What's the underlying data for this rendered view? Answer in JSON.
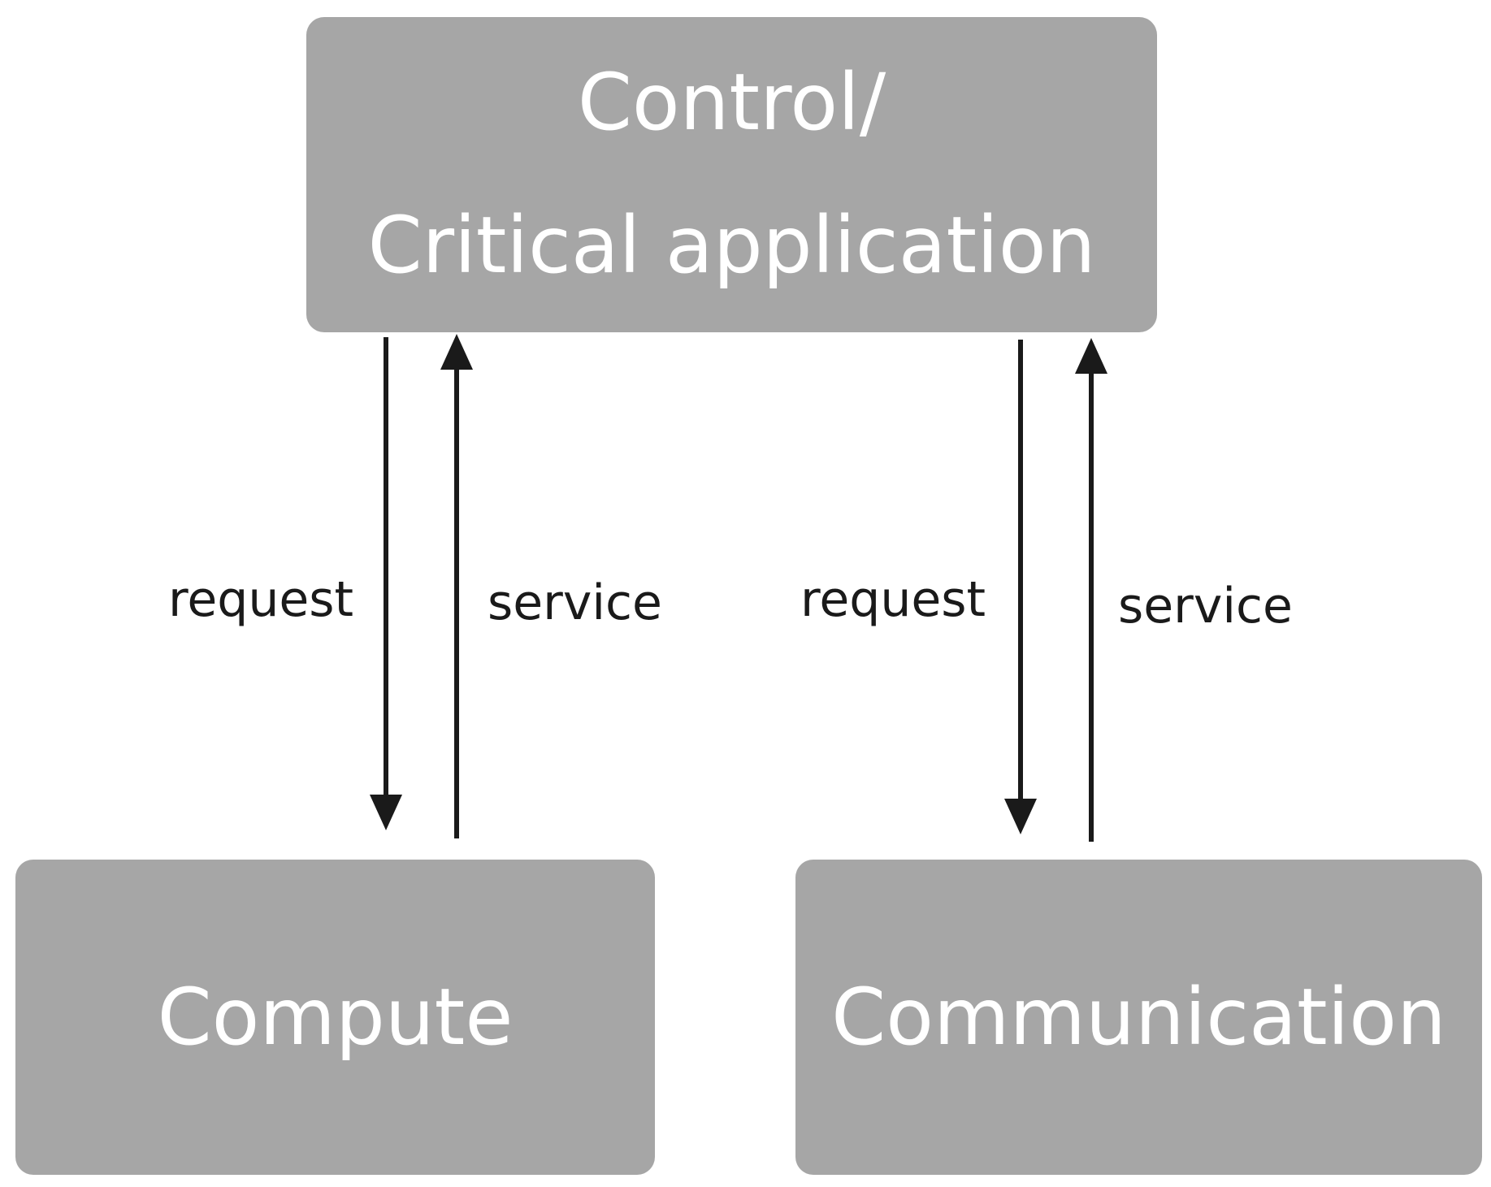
{
  "boxes": {
    "control": {
      "line1": "Control/",
      "line2": "Critical application"
    },
    "compute": {
      "label": "Compute"
    },
    "communication": {
      "label": "Communication"
    }
  },
  "edges": {
    "compute_request": "request",
    "compute_service": "service",
    "comm_request": "request",
    "comm_service": "service"
  },
  "colors": {
    "box_fill": "#a6a6a6",
    "box_text": "#ffffff",
    "arrow": "#1a1a1a"
  }
}
